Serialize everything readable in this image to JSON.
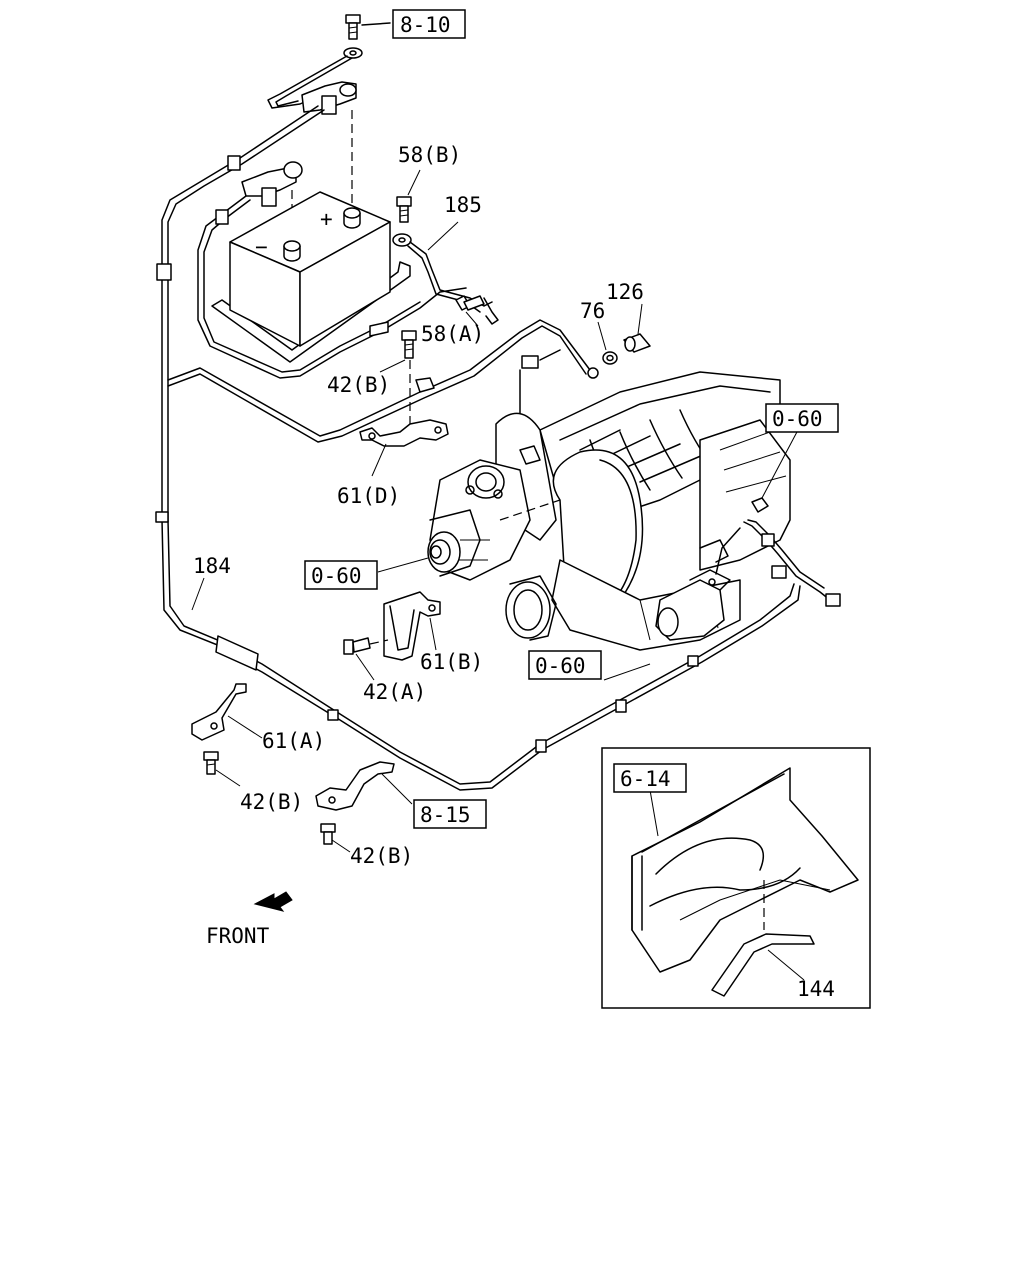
{
  "callouts": {
    "ref_8_10": "8-10",
    "p58b": "58(B)",
    "p185": "185",
    "p126": "126",
    "p76": "76",
    "p58a": "58(A)",
    "p42b_top": "42(B)",
    "ref_0_60_right": "0-60",
    "p61d": "61(D)",
    "p184": "184",
    "ref_0_60_left": "0-60",
    "p61b": "61(B)",
    "ref_0_60_bottom": "0-60",
    "p42a": "42(A)",
    "p61a": "61(A)",
    "p42b_left": "42(B)",
    "ref_8_15": "8-15",
    "p42b_bottom": "42(B)",
    "ref_6_14": "6-14",
    "p144": "144"
  },
  "battery_marks": {
    "plus": "+",
    "minus": "−"
  },
  "front_label": "FRONT",
  "icons": [
    "front-arrow-icon",
    "bolt-icon",
    "nut-icon"
  ]
}
